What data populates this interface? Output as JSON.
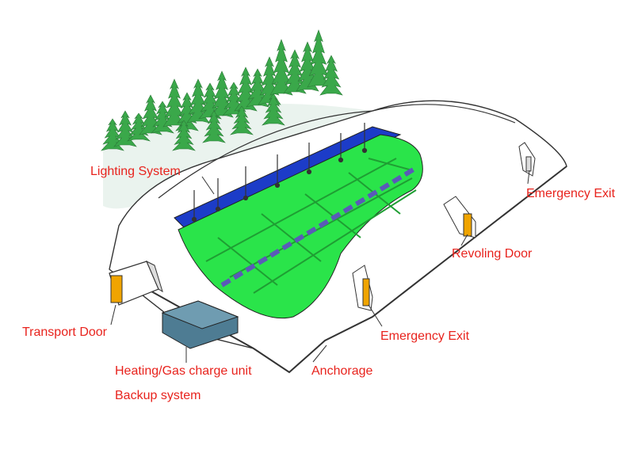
{
  "colors": {
    "label_text": "#e8231d",
    "field_green": "#2ae44a",
    "field_lines": "#1f9e33",
    "side_blue": "#1c3cc8",
    "tree_green": "#3aa84a",
    "dome_outline": "#333333",
    "unit_blue": "#4e7c93",
    "door_orange": "#f0a400"
  },
  "labels": {
    "lighting_system": "Lighting System",
    "emergency_exit_top": "Emergency Exit",
    "revolving_door": "Revoling Door",
    "transport_door": "Transport Door",
    "emergency_exit_bottom": "Emergency Exit",
    "heating_unit": "Heating/Gas charge unit",
    "anchorage": "Anchorage",
    "backup_system": "Backup system"
  }
}
